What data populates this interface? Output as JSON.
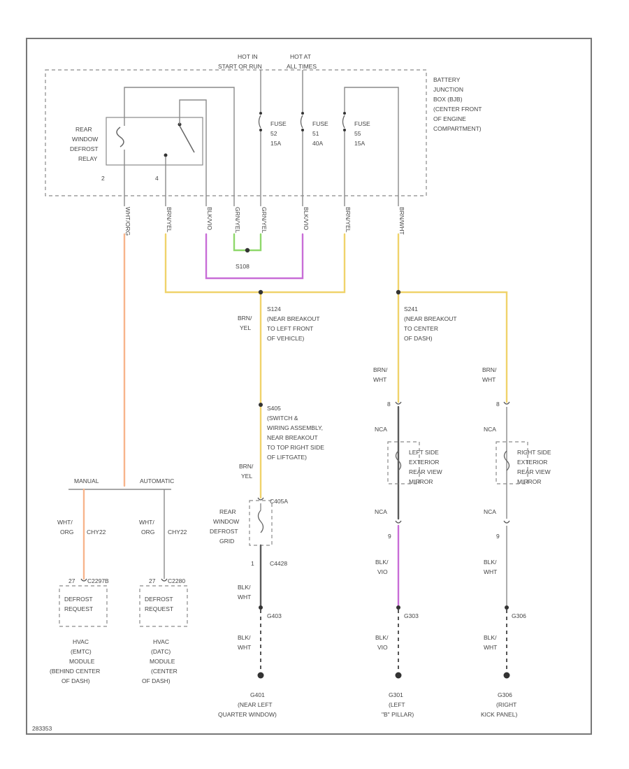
{
  "colors": {
    "yel": "#f0d36b",
    "vio": "#c86dd7",
    "grn": "#8fd86b",
    "org": "#f7b58c",
    "gray": "#999999",
    "dark": "#5a5a5a"
  },
  "junction_box": {
    "lines": [
      "BATTERY",
      "JUNCTION",
      "BOX (BJB)",
      "(CENTER FRONT",
      "OF ENGINE",
      "COMPARTMENT)"
    ]
  },
  "hot_labels": {
    "hot_in": "HOT IN",
    "hot_at": "HOT AT",
    "start_run": "START OR RUN",
    "all_times": "ALL TIMES"
  },
  "relay": {
    "lines": [
      "REAR",
      "WINDOW",
      "DEFROST",
      "RELAY"
    ],
    "pin_left": "2",
    "pin_right": "4"
  },
  "fuses": [
    {
      "lines": [
        "FUSE",
        "52",
        "15A"
      ]
    },
    {
      "lines": [
        "FUSE",
        "51",
        "40A"
      ]
    },
    {
      "lines": [
        "FUSE",
        "55",
        "15A"
      ]
    }
  ],
  "wire_codes": [
    "WHT/ORG",
    "BRN/YEL",
    "BLK/VIO",
    "GRN/YEL",
    "GRN/YEL",
    "BLK/VIO",
    "BRN/YEL",
    "BRN/WHT"
  ],
  "splices": {
    "s108": "S108",
    "s124": [
      "S124",
      "(NEAR BREAKOUT",
      "TO LEFT FRONT",
      "OF VEHICLE)"
    ],
    "s241": [
      "S241",
      "(NEAR BREAKOUT",
      "TO CENTER",
      "OF DASH)"
    ],
    "s405": [
      "S405",
      "(SWITCH &",
      "WIRING ASSEMBLY,",
      "NEAR BREAKOUT",
      "TO TOP RIGHT SIDE",
      "OF LIFTGATE)"
    ]
  },
  "labels": {
    "brn_yel_1": [
      "BRN/",
      "YEL"
    ],
    "brn_yel_2": [
      "BRN/",
      "YEL"
    ],
    "brn_wht_left": [
      "BRN/",
      "WHT"
    ],
    "brn_wht_right": [
      "BRN/",
      "WHT"
    ],
    "pin_8_left": "8",
    "pin_8_right": "8",
    "nca_1": "NCA",
    "nca_2": "NCA",
    "nca_3": "NCA",
    "nca_4": "NCA",
    "pin_9_left": "9",
    "pin_9_right": "9",
    "blk_vio_1": [
      "BLK/",
      "VIO"
    ],
    "blk_vio_2": [
      "BLK/",
      "VIO"
    ],
    "blk_wht_1": [
      "BLK/",
      "WHT"
    ],
    "blk_wht_2": [
      "BLK/",
      "WHT"
    ],
    "blk_wht_3": [
      "BLK/",
      "WHT"
    ],
    "blk_wht_4": [
      "BLK/",
      "WHT"
    ],
    "c405a": "C405A",
    "c4428": "C4428",
    "pin_1": "1",
    "g403": "G403",
    "g303": "G303",
    "g306": "G306",
    "grid_ref": "283353"
  },
  "mirrors": {
    "left": [
      "LEFT SIDE",
      "EXTERIOR",
      "REAR VIEW",
      "MIRROR"
    ],
    "right": [
      "RIGHT SIDE",
      "EXTERIOR",
      "REAR VIEW",
      "MIRROR"
    ]
  },
  "grid": [
    "REAR",
    "WINDOW",
    "DEFROST",
    "GRID"
  ],
  "manual_label": "MANUAL",
  "automatic_label": "AUTOMATIC",
  "modules": [
    {
      "wire": [
        "WHT/",
        "ORG"
      ],
      "connector_pin": "27",
      "connector": "C2297B",
      "harness": "CHY22",
      "box": [
        "DEFROST",
        "REQUEST"
      ],
      "desc": [
        "HVAC",
        "(EMTC)",
        "MODULE",
        "(BEHIND CENTER",
        "OF DASH)"
      ]
    },
    {
      "wire": [
        "WHT/",
        "ORG"
      ],
      "connector_pin": "27",
      "connector": "C2280",
      "harness": "CHY22",
      "box": [
        "DEFROST",
        "REQUEST"
      ],
      "desc": [
        "HVAC",
        "(DATC)",
        "MODULE",
        "(CENTER",
        "OF DASH)"
      ]
    }
  ],
  "grounds": [
    {
      "lines": [
        "G401",
        "(NEAR LEFT",
        "QUARTER WINDOW)"
      ]
    },
    {
      "lines": [
        "G301",
        "(LEFT",
        "\"B\" PILLAR)"
      ]
    },
    {
      "lines": [
        "G306",
        "(RIGHT",
        "KICK PANEL)"
      ]
    }
  ]
}
